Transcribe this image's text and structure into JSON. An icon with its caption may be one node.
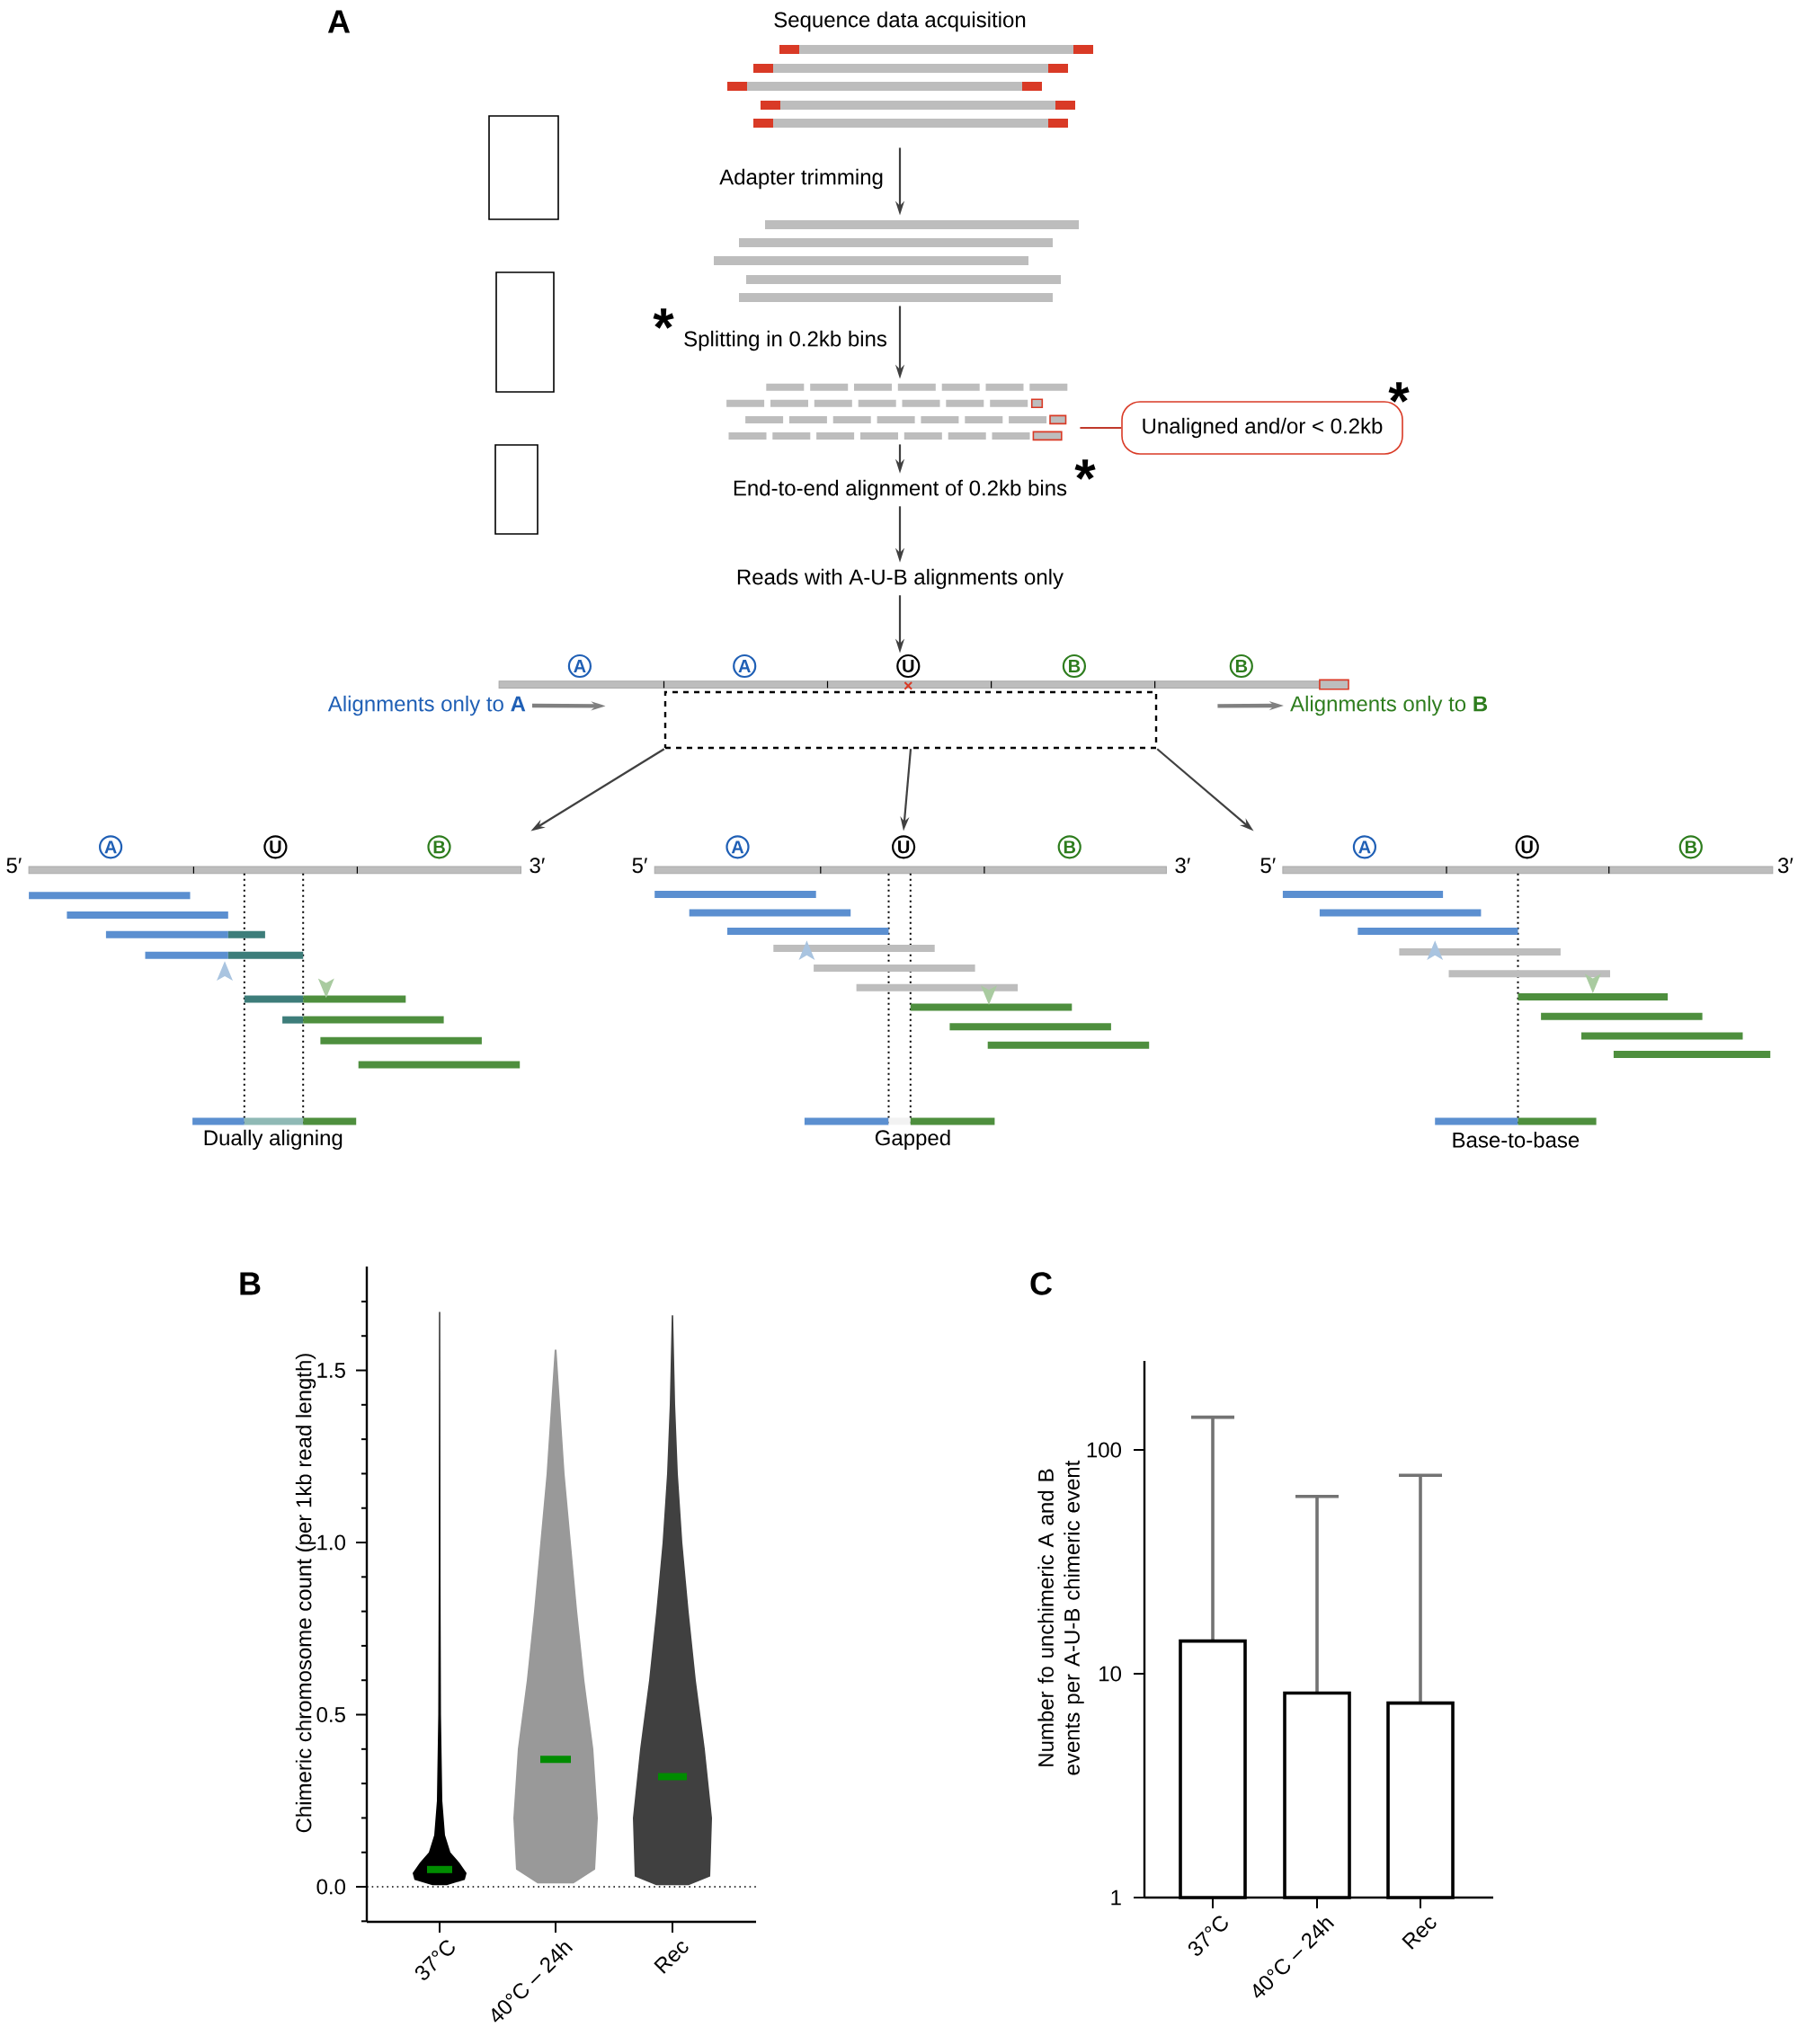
{
  "diagram": {
    "nodes": [
      {
        "text": [
          "Sequence data acquisition"
        ]
      },
      {
        "text": [],
        "shape": "picture"
      },
      {
        "text": [],
        "shape": "picture"
      },
      {
        "text": [
          "Unaligned and/or < 0.2kb"
        ]
      },
      {
        "text": [
          "End-to-end alignment of 0.2kb bins"
        ]
      },
      {
        "text": [
          "Reads with A-U-B alignments only"
        ]
      },
      {
        "text": [],
        "shape": "picture"
      },
      {
        "text": [
          "Alignments only to **A**"
        ]
      },
      {
        "text": [
          "Alignments only to **B**"
        ]
      },
      {
        "text": [],
        "shape": "box"
      },
      {
        "text": [
          "Dually aligning"
        ],
        "beside": [
          "5′",
          "3′"
        ]
      },
      {
        "text": [
          "Gapped"
        ],
        "beside": [
          "5′",
          "3′"
        ]
      },
      {
        "text": [
          "Base-to-base"
        ],
        "beside": [
          "5′",
          "3′"
        ]
      },
      {
        "text": [],
        "shape": "box"
      },
      {
        "text": [],
        "shape": "box"
      },
      {
        "text": [],
        "shape": "box"
      }
    ],
    "edges": [
      {
        "from": 0,
        "to": 1,
        "arrow": "to",
        "label": "Adapter trimming"
      },
      {
        "from": 1,
        "to": 2,
        "arrow": "to",
        "label": "Splitting in 0.2kb bins"
      },
      {
        "from": 3,
        "to": 2,
        "arrow": "none",
        "color": "#c0392b"
      },
      {
        "from": 2,
        "to": 4,
        "arrow": "to"
      },
      {
        "from": 4,
        "to": 5,
        "arrow": "to"
      },
      {
        "from": 5,
        "to": 6,
        "arrow": "to"
      },
      {
        "from": 7,
        "to": 6,
        "arrow": "to",
        "color": "#808080"
      },
      {
        "from": 6,
        "to": 8,
        "arrow": "to",
        "color": "#808080"
      },
      {
        "from": 9,
        "to": 10,
        "arrow": "to"
      },
      {
        "from": 9,
        "to": 11,
        "arrow": "to"
      },
      {
        "from": 9,
        "to": 12,
        "arrow": "to"
      }
    ],
    "labels": [
      "A",
      "*",
      "*",
      "*",
      "A",
      "A",
      "U",
      "B",
      "B",
      "A",
      "U",
      "B",
      "A",
      "U",
      "B",
      "A",
      "U",
      "B",
      "B",
      "C",
      "Chimeric chromosome count (per 1kb read length)",
      "1.5",
      "1.0",
      "0.5",
      "0.0",
      "37°C",
      "40°C – 24h",
      "Rec",
      "Number fo unchimeric A and B events per A-U-B chimeric event",
      "100",
      "10",
      "1",
      "37°C",
      "40°C – 24h",
      "Rec"
    ]
  }
}
